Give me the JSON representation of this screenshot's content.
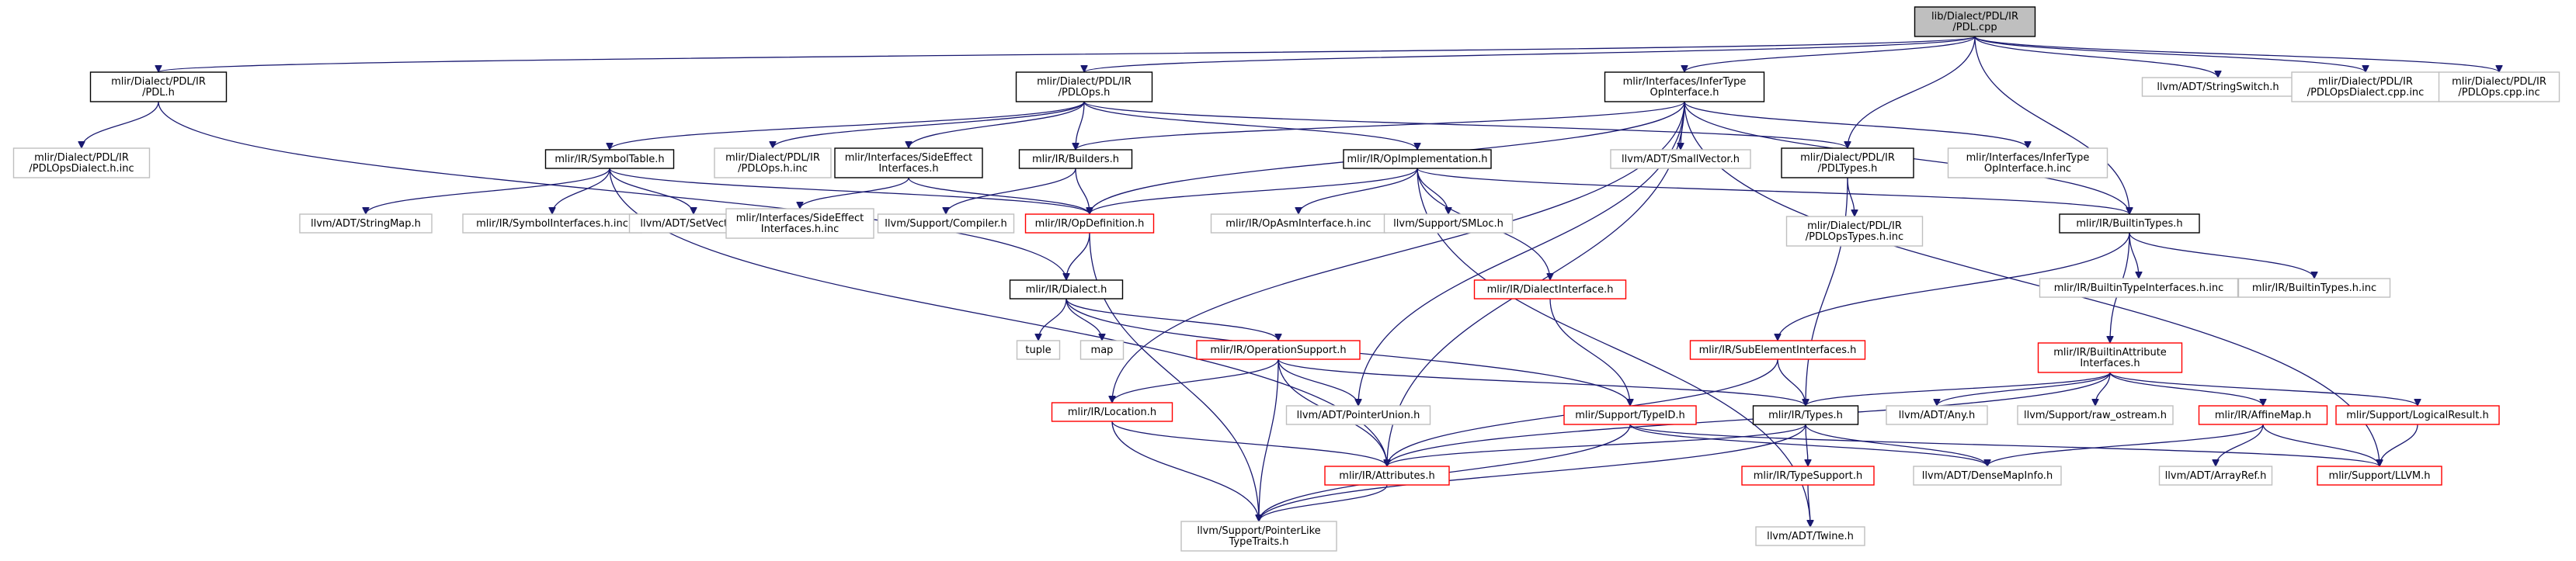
{
  "graph_title": "lib/Dialect/PDL/IR/PDL.cpp",
  "colors": {
    "edge": "#191970",
    "border_normal": "#000000",
    "border_truncated": "#ff0000",
    "border_external": "#bfbfbf",
    "fill_root": "#bfbfbf",
    "fill_default": "#ffffff"
  },
  "nodes": [
    {
      "id": "root",
      "lines": [
        "lib/Dialect/PDL/IR",
        "/PDL.cpp"
      ],
      "kind": "root"
    },
    {
      "id": "pdl_h",
      "lines": [
        "mlir/Dialect/PDL/IR",
        "/PDL.h"
      ],
      "kind": "normal"
    },
    {
      "id": "pdlops_h",
      "lines": [
        "mlir/Dialect/PDL/IR",
        "/PDLOps.h"
      ],
      "kind": "normal"
    },
    {
      "id": "infertype_h",
      "lines": [
        "mlir/Interfaces/InferType",
        "OpInterface.h"
      ],
      "kind": "normal"
    },
    {
      "id": "stringswitch",
      "lines": [
        "llvm/ADT/StringSwitch.h"
      ],
      "kind": "external"
    },
    {
      "id": "pdlopsdialect_cpp_inc",
      "lines": [
        "mlir/Dialect/PDL/IR",
        "/PDLOpsDialect.cpp.inc"
      ],
      "kind": "external"
    },
    {
      "id": "pdlops_cpp_inc",
      "lines": [
        "mlir/Dialect/PDL/IR",
        "/PDLOps.cpp.inc"
      ],
      "kind": "external"
    },
    {
      "id": "pdlopsdialect_h_inc",
      "lines": [
        "mlir/Dialect/PDL/IR",
        "/PDLOpsDialect.h.inc"
      ],
      "kind": "external"
    },
    {
      "id": "symboltable_h",
      "lines": [
        "mlir/IR/SymbolTable.h"
      ],
      "kind": "normal"
    },
    {
      "id": "pdlops_h_inc",
      "lines": [
        "mlir/Dialect/PDL/IR",
        "/PDLOps.h.inc"
      ],
      "kind": "external"
    },
    {
      "id": "sideeffect_h",
      "lines": [
        "mlir/Interfaces/SideEffect",
        "Interfaces.h"
      ],
      "kind": "normal"
    },
    {
      "id": "builders_h",
      "lines": [
        "mlir/IR/Builders.h"
      ],
      "kind": "normal"
    },
    {
      "id": "opimpl_h",
      "lines": [
        "mlir/IR/OpImplementation.h"
      ],
      "kind": "normal"
    },
    {
      "id": "smallvector",
      "lines": [
        "llvm/ADT/SmallVector.h"
      ],
      "kind": "external"
    },
    {
      "id": "pdltypes_h",
      "lines": [
        "mlir/Dialect/PDL/IR",
        "/PDLTypes.h"
      ],
      "kind": "normal"
    },
    {
      "id": "infertype_h_inc",
      "lines": [
        "mlir/Interfaces/InferType",
        "OpInterface.h.inc"
      ],
      "kind": "external"
    },
    {
      "id": "stringmap",
      "lines": [
        "llvm/ADT/StringMap.h"
      ],
      "kind": "external"
    },
    {
      "id": "symbolinterfaces_inc",
      "lines": [
        "mlir/IR/SymbolInterfaces.h.inc"
      ],
      "kind": "external"
    },
    {
      "id": "setvector",
      "lines": [
        "llvm/ADT/SetVector.h"
      ],
      "kind": "external"
    },
    {
      "id": "sideeffect_h_inc",
      "lines": [
        "mlir/Interfaces/SideEffect",
        "Interfaces.h.inc"
      ],
      "kind": "external"
    },
    {
      "id": "compiler_h",
      "lines": [
        "llvm/Support/Compiler.h"
      ],
      "kind": "external"
    },
    {
      "id": "opdef_h",
      "lines": [
        "mlir/IR/OpDefinition.h"
      ],
      "kind": "truncated"
    },
    {
      "id": "opasm_inc",
      "lines": [
        "mlir/IR/OpAsmInterface.h.inc"
      ],
      "kind": "external"
    },
    {
      "id": "smloc",
      "lines": [
        "llvm/Support/SMLoc.h"
      ],
      "kind": "external"
    },
    {
      "id": "builtintypes_h",
      "lines": [
        "mlir/IR/BuiltinTypes.h"
      ],
      "kind": "normal"
    },
    {
      "id": "pdlopstypes_inc",
      "lines": [
        "mlir/Dialect/PDL/IR",
        "/PDLOpsTypes.h.inc"
      ],
      "kind": "external"
    },
    {
      "id": "dialect_h",
      "lines": [
        "mlir/IR/Dialect.h"
      ],
      "kind": "normal"
    },
    {
      "id": "dialectinterface_h",
      "lines": [
        "mlir/IR/DialectInterface.h"
      ],
      "kind": "truncated"
    },
    {
      "id": "tuple",
      "lines": [
        "tuple"
      ],
      "kind": "external"
    },
    {
      "id": "map",
      "lines": [
        "map"
      ],
      "kind": "external"
    },
    {
      "id": "opsupport_h",
      "lines": [
        "mlir/IR/OperationSupport.h"
      ],
      "kind": "truncated"
    },
    {
      "id": "subelem_h",
      "lines": [
        "mlir/IR/SubElementInterfaces.h"
      ],
      "kind": "truncated"
    },
    {
      "id": "builtintypeinterfaces_inc",
      "lines": [
        "mlir/IR/BuiltinTypeInterfaces.h.inc"
      ],
      "kind": "external"
    },
    {
      "id": "builtintypes_inc",
      "lines": [
        "mlir/IR/BuiltinTypes.h.inc"
      ],
      "kind": "external"
    },
    {
      "id": "builtinattrif_h",
      "lines": [
        "mlir/IR/BuiltinAttribute",
        "Interfaces.h"
      ],
      "kind": "truncated"
    },
    {
      "id": "location_h",
      "lines": [
        "mlir/IR/Location.h"
      ],
      "kind": "truncated"
    },
    {
      "id": "pointerunion",
      "lines": [
        "llvm/ADT/PointerUnion.h"
      ],
      "kind": "external"
    },
    {
      "id": "typeid_h",
      "lines": [
        "mlir/Support/TypeID.h"
      ],
      "kind": "truncated"
    },
    {
      "id": "types_h",
      "lines": [
        "mlir/IR/Types.h"
      ],
      "kind": "normal"
    },
    {
      "id": "any_h",
      "lines": [
        "llvm/ADT/Any.h"
      ],
      "kind": "external"
    },
    {
      "id": "raw_ostream",
      "lines": [
        "llvm/Support/raw_ostream.h"
      ],
      "kind": "external"
    },
    {
      "id": "affinemap_h",
      "lines": [
        "mlir/IR/AffineMap.h"
      ],
      "kind": "truncated"
    },
    {
      "id": "logicalresult_h",
      "lines": [
        "mlir/Support/LogicalResult.h"
      ],
      "kind": "truncated"
    },
    {
      "id": "attributes_h",
      "lines": [
        "mlir/IR/Attributes.h"
      ],
      "kind": "truncated"
    },
    {
      "id": "typesupport_h",
      "lines": [
        "mlir/IR/TypeSupport.h"
      ],
      "kind": "truncated"
    },
    {
      "id": "densemapinfo",
      "lines": [
        "llvm/ADT/DenseMapInfo.h"
      ],
      "kind": "external"
    },
    {
      "id": "arrayref",
      "lines": [
        "llvm/ADT/ArrayRef.h"
      ],
      "kind": "external"
    },
    {
      "id": "llvm_h",
      "lines": [
        "mlir/Support/LLVM.h"
      ],
      "kind": "truncated"
    },
    {
      "id": "pointerlike",
      "lines": [
        "llvm/Support/PointerLike",
        "TypeTraits.h"
      ],
      "kind": "external"
    },
    {
      "id": "twine",
      "lines": [
        "llvm/ADT/Twine.h"
      ],
      "kind": "external"
    }
  ],
  "edges": [
    [
      "root",
      "pdl_h"
    ],
    [
      "root",
      "pdlops_h"
    ],
    [
      "root",
      "infertype_h"
    ],
    [
      "root",
      "pdltypes_h"
    ],
    [
      "root",
      "builtintypes_h"
    ],
    [
      "root",
      "stringswitch"
    ],
    [
      "root",
      "pdlopsdialect_cpp_inc"
    ],
    [
      "root",
      "pdlops_cpp_inc"
    ],
    [
      "pdl_h",
      "pdlopsdialect_h_inc"
    ],
    [
      "pdl_h",
      "dialect_h"
    ],
    [
      "pdlops_h",
      "symboltable_h"
    ],
    [
      "pdlops_h",
      "pdlops_h_inc"
    ],
    [
      "pdlops_h",
      "sideeffect_h"
    ],
    [
      "pdlops_h",
      "builders_h"
    ],
    [
      "pdlops_h",
      "opimpl_h"
    ],
    [
      "pdlops_h",
      "pdltypes_h"
    ],
    [
      "infertype_h",
      "builders_h"
    ],
    [
      "infertype_h",
      "opdef_h"
    ],
    [
      "infertype_h",
      "location_h"
    ],
    [
      "infertype_h",
      "smallvector"
    ],
    [
      "infertype_h",
      "infertype_h_inc"
    ],
    [
      "infertype_h",
      "builtintypes_h"
    ],
    [
      "infertype_h",
      "pointerunion"
    ],
    [
      "infertype_h",
      "attributes_h"
    ],
    [
      "infertype_h",
      "llvm_h"
    ],
    [
      "symboltable_h",
      "stringmap"
    ],
    [
      "symboltable_h",
      "symbolinterfaces_inc"
    ],
    [
      "symboltable_h",
      "setvector"
    ],
    [
      "symboltable_h",
      "opdef_h"
    ],
    [
      "symboltable_h",
      "attributes_h"
    ],
    [
      "sideeffect_h",
      "sideeffect_h_inc"
    ],
    [
      "sideeffect_h",
      "opdef_h"
    ],
    [
      "builders_h",
      "compiler_h"
    ],
    [
      "builders_h",
      "opdef_h"
    ],
    [
      "opimpl_h",
      "opdef_h"
    ],
    [
      "opimpl_h",
      "opasm_inc"
    ],
    [
      "opimpl_h",
      "smloc"
    ],
    [
      "opimpl_h",
      "dialectinterface_h"
    ],
    [
      "opimpl_h",
      "builtintypes_h"
    ],
    [
      "opimpl_h",
      "twine"
    ],
    [
      "pdltypes_h",
      "pdlopstypes_inc"
    ],
    [
      "pdltypes_h",
      "types_h"
    ],
    [
      "opdef_h",
      "dialect_h"
    ],
    [
      "opdef_h",
      "pointerlike"
    ],
    [
      "builtintypes_h",
      "subelem_h"
    ],
    [
      "builtintypes_h",
      "builtintypeinterfaces_inc"
    ],
    [
      "builtintypes_h",
      "builtintypes_inc"
    ],
    [
      "builtintypes_h",
      "builtinattrif_h"
    ],
    [
      "dialect_h",
      "tuple"
    ],
    [
      "dialect_h",
      "map"
    ],
    [
      "dialect_h",
      "opsupport_h"
    ],
    [
      "dialect_h",
      "typeid_h"
    ],
    [
      "dialectinterface_h",
      "typeid_h"
    ],
    [
      "opsupport_h",
      "location_h"
    ],
    [
      "opsupport_h",
      "pointerunion"
    ],
    [
      "opsupport_h",
      "attributes_h"
    ],
    [
      "opsupport_h",
      "types_h"
    ],
    [
      "opsupport_h",
      "pointerlike"
    ],
    [
      "subelem_h",
      "types_h"
    ],
    [
      "subelem_h",
      "attributes_h"
    ],
    [
      "builtinattrif_h",
      "types_h"
    ],
    [
      "builtinattrif_h",
      "any_h"
    ],
    [
      "builtinattrif_h",
      "raw_ostream"
    ],
    [
      "builtinattrif_h",
      "affinemap_h"
    ],
    [
      "builtinattrif_h",
      "logicalresult_h"
    ],
    [
      "builtinattrif_h",
      "attributes_h"
    ],
    [
      "location_h",
      "attributes_h"
    ],
    [
      "location_h",
      "pointerlike"
    ],
    [
      "typeid_h",
      "densemapinfo"
    ],
    [
      "typeid_h",
      "llvm_h"
    ],
    [
      "typeid_h",
      "pointerlike"
    ],
    [
      "types_h",
      "typesupport_h"
    ],
    [
      "types_h",
      "densemapinfo"
    ],
    [
      "types_h",
      "attributes_h"
    ],
    [
      "types_h",
      "pointerlike"
    ],
    [
      "affinemap_h",
      "densemapinfo"
    ],
    [
      "affinemap_h",
      "arrayref"
    ],
    [
      "affinemap_h",
      "llvm_h"
    ],
    [
      "logicalresult_h",
      "llvm_h"
    ],
    [
      "attributes_h",
      "pointerlike"
    ],
    [
      "typesupport_h",
      "twine"
    ]
  ]
}
